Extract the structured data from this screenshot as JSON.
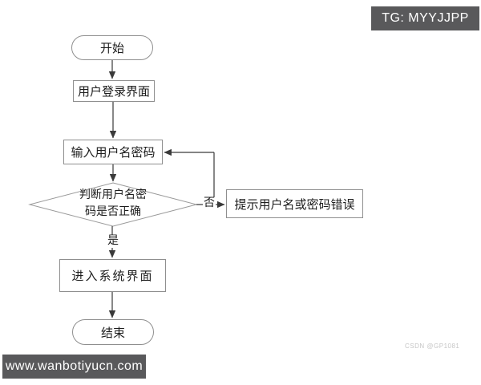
{
  "flowchart": {
    "nodes": {
      "start": {
        "type": "terminator",
        "label": "开始"
      },
      "login_screen": {
        "type": "process",
        "label": "用户登录界面"
      },
      "input_credentials": {
        "type": "process",
        "label": "输入用户名密码"
      },
      "validate": {
        "type": "decision",
        "label_line1": "判断用户名密",
        "label_line2": "码是否正确"
      },
      "error_prompt": {
        "type": "process",
        "label": "提示用户名或密码错误"
      },
      "enter_system": {
        "type": "process",
        "label": "进入系统界面"
      },
      "end": {
        "type": "terminator",
        "label": "结束"
      }
    },
    "edge_labels": {
      "no": "否",
      "yes": "是"
    }
  },
  "overlays": {
    "tg_banner": {
      "text": "TG: MYYJJPP"
    },
    "site_banner": {
      "text": "www.wanbotiyucn.com"
    },
    "csdn_watermark": {
      "text": "CSDN @GP1081"
    }
  },
  "colors": {
    "background": "#ffffff",
    "shape_border": "#8f8f8f",
    "connector": "#3a3a3a",
    "text": "#1d1d1d",
    "banner_bg": "#59595b",
    "banner_text": "#ffffff",
    "csdn_text": "#c6c6c6"
  }
}
